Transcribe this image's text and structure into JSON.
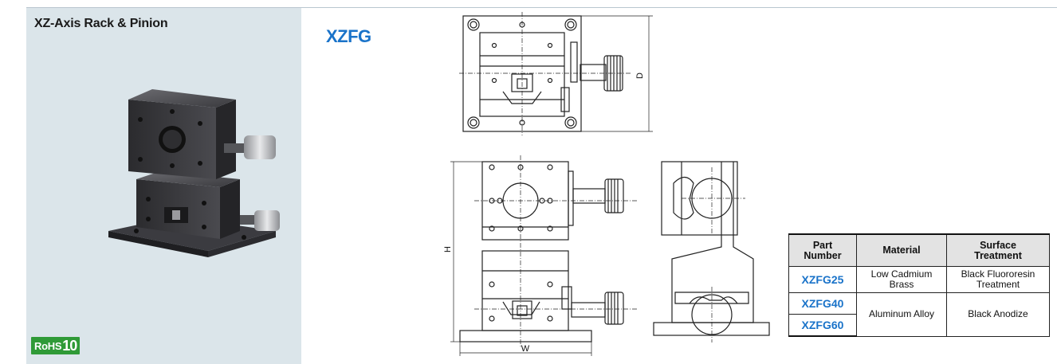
{
  "panel": {
    "title": "XZ-Axis Rack & Pinion",
    "rohs_text": "RoHS",
    "rohs_num": "10"
  },
  "series_code": "XZFG",
  "dimensions": {
    "depth_label": "D",
    "height_label": "H",
    "width_label": "W"
  },
  "table": {
    "headers": [
      "Part\nNumber",
      "Material",
      "Surface\nTreatment"
    ],
    "rows": [
      {
        "part": "XZFG25",
        "material": "Low Cadmium Brass",
        "surface": "Black Fluororesin Treatment"
      },
      {
        "part": "XZFG40",
        "material": "Aluminum Alloy",
        "surface": "Black Anodize"
      },
      {
        "part": "XZFG60",
        "material": "",
        "surface": ""
      }
    ]
  },
  "colors": {
    "accent_blue": "#1a73c9",
    "panel_bg": "#dbe5ea",
    "rohs_green": "#2f9a37"
  }
}
